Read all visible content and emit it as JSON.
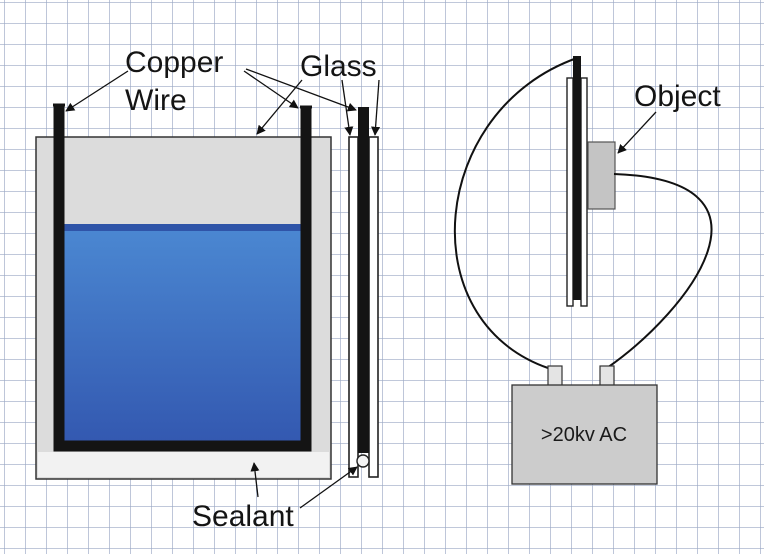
{
  "labels": {
    "copper": "Copper",
    "wire": "Wire",
    "glass": "Glass",
    "object": "Object",
    "sealant": "Sealant",
    "power_supply": ">20kv AC"
  },
  "colors": {
    "grid_line": "#9aa8c4",
    "paper": "#ffffff",
    "glass_fill": "#dcdcdc",
    "liquid_top": "#4b88d2",
    "liquid_bottom": "#3358b0",
    "liquid_surface": "#2f54a8",
    "conductor": "#141414",
    "power_box": "#cccccc",
    "object_fill": "#c4c4c4",
    "outline": "#333333"
  }
}
